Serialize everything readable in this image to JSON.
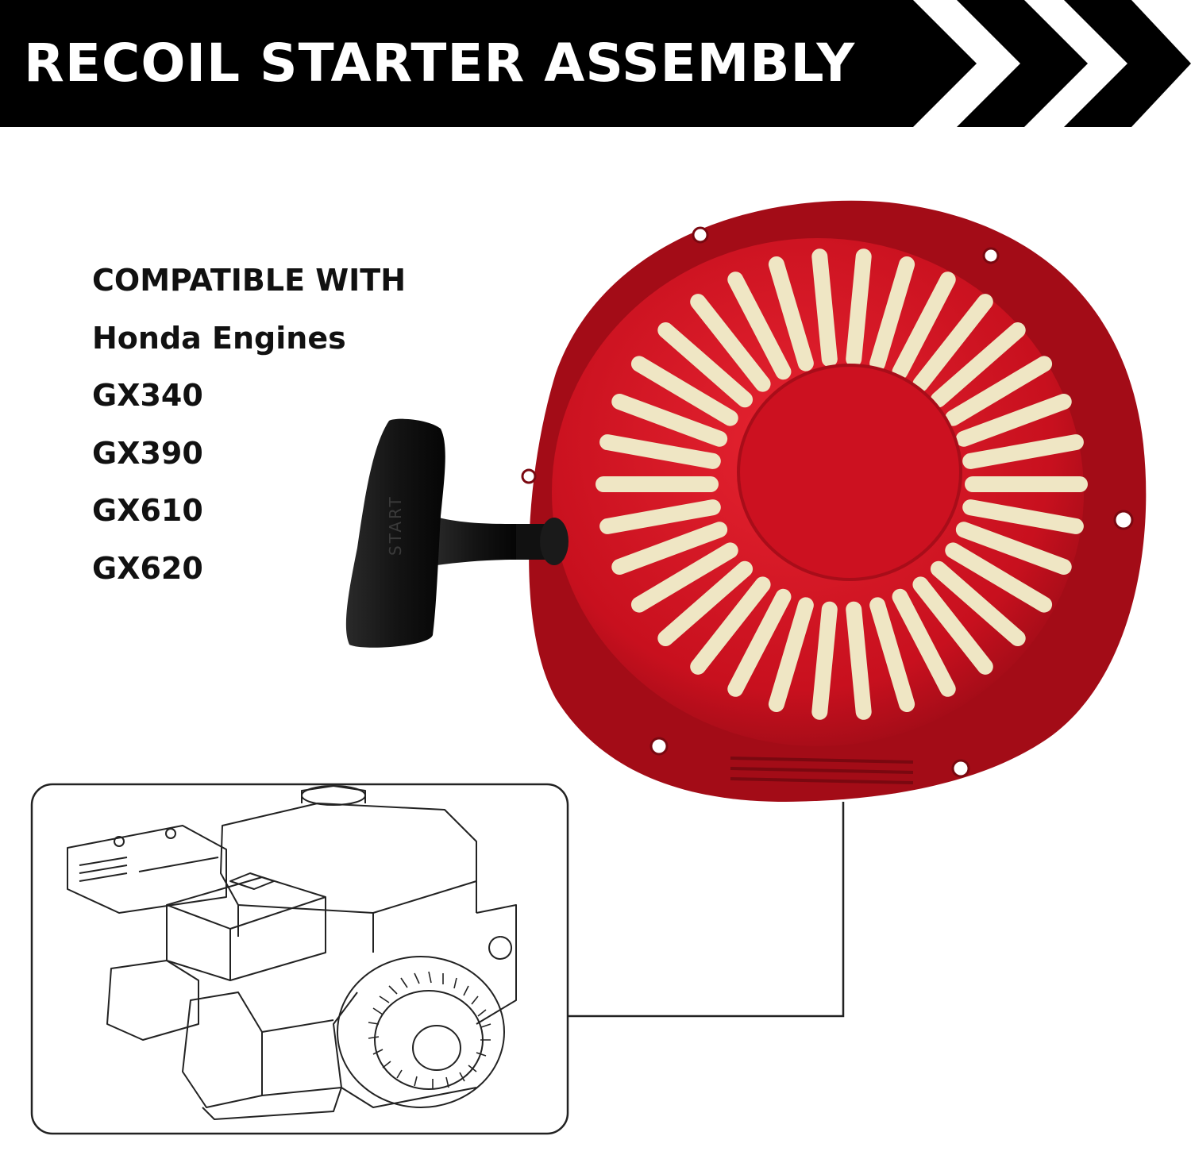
{
  "banner": {
    "title": "RECOIL STARTER ASSEMBLY"
  },
  "compatibility": {
    "lines": [
      "COMPATIBLE WITH",
      "Honda Engines",
      "GX340",
      "GX390",
      "GX610",
      "GX620"
    ]
  },
  "product": {
    "handle_text": "START"
  },
  "colors": {
    "banner_bg": "#000000",
    "banner_text": "#ffffff",
    "starter_red": "#c8101e",
    "slot_cream": "#efe6c4",
    "handle_black": "#141414"
  },
  "icons": {
    "chevrons": "double-chevron-right-icon",
    "starter": "recoil-starter-image",
    "engine": "engine-line-drawing"
  }
}
